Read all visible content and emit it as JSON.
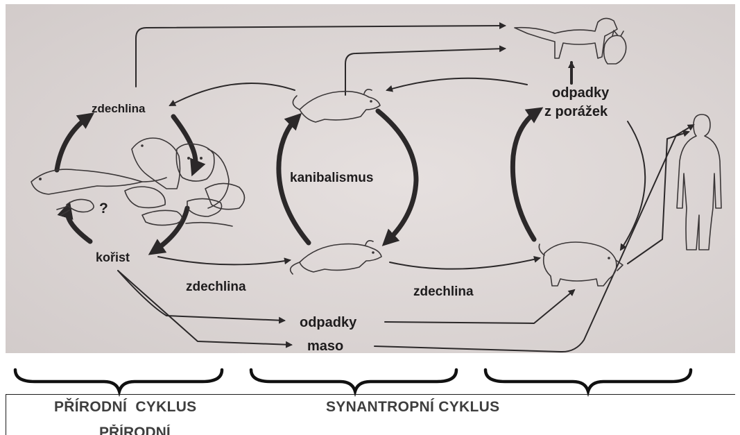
{
  "labels": {
    "zdechlina_top": "zdechlina",
    "korist": "kořist",
    "kanibalismus": "kanibalismus",
    "odpadky_porazek_line1": "odpadky",
    "odpadky_porazek_line2": "z porážek",
    "zdechlina_left": "zdechlina",
    "zdechlina_right": "zdechlina",
    "odpadky_bottom": "odpadky",
    "maso": "maso",
    "question_mark": "?"
  },
  "footer": {
    "natural_cycle": "PŘÍRODNÍ  CYKLUS",
    "synanthropic_cycle": "SYNANTROPNÍ CYKLUS",
    "cut_text": "PŘÍRODNÍ"
  },
  "colors": {
    "photo_background": "#ddd7d6",
    "ink": "#2b2829",
    "footer_text": "#3e3e3e"
  },
  "icons": [
    "wild-animals-group",
    "rat-top",
    "rat-bottom",
    "pig",
    "dog-and-cat",
    "human-silhouette"
  ]
}
